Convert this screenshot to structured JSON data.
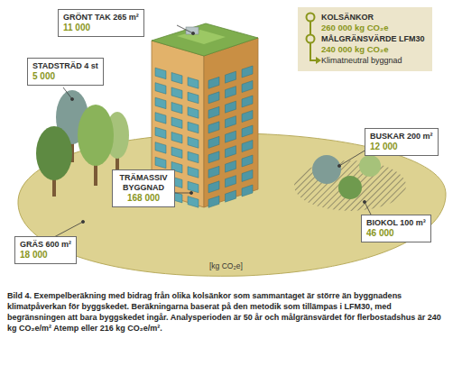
{
  "diagram": {
    "caption": "Bild 4. Exempelberäkning med bidrag från olika kolsänkor som sammantaget är större än byggnadens klimatpåverkan för byggskedet. Beräkningarna baserat på den metodik som tillämpas i LFM30, med begränsningen att bara byggskedet ingår. Analysperioden är 50 år och målgränsvärdet för flerbostadshus är 240 kg CO₂e/m² Atemp eller 216 kg CO₂e/m².",
    "nodes": [
      {
        "text": [
          "GRÖNT TAK 265 m²",
          "11 000"
        ]
      },
      {
        "text": [
          "KOLSÄNKOR",
          "260 000 kg CO₂e",
          "MÅLGRÄNSVÄRDE LFM30",
          "240 000 kg CO₂e",
          "Klimatneutral byggnad"
        ]
      },
      {
        "text": [
          "STADSTRÄD 4 st",
          "5 000"
        ]
      },
      {
        "text": [
          "TRÄMASSIV BYGGNAD",
          "168 000"
        ]
      },
      {
        "text": [
          "BUSKAR 200 m²",
          "12 000"
        ]
      },
      {
        "text": [
          "BIOKOL 100 m³",
          "46 000"
        ]
      },
      {
        "text": [
          "GRÄS 600 m²",
          "18 000"
        ]
      }
    ],
    "labels": [
      "[kg CO₂e]"
    ]
  }
}
